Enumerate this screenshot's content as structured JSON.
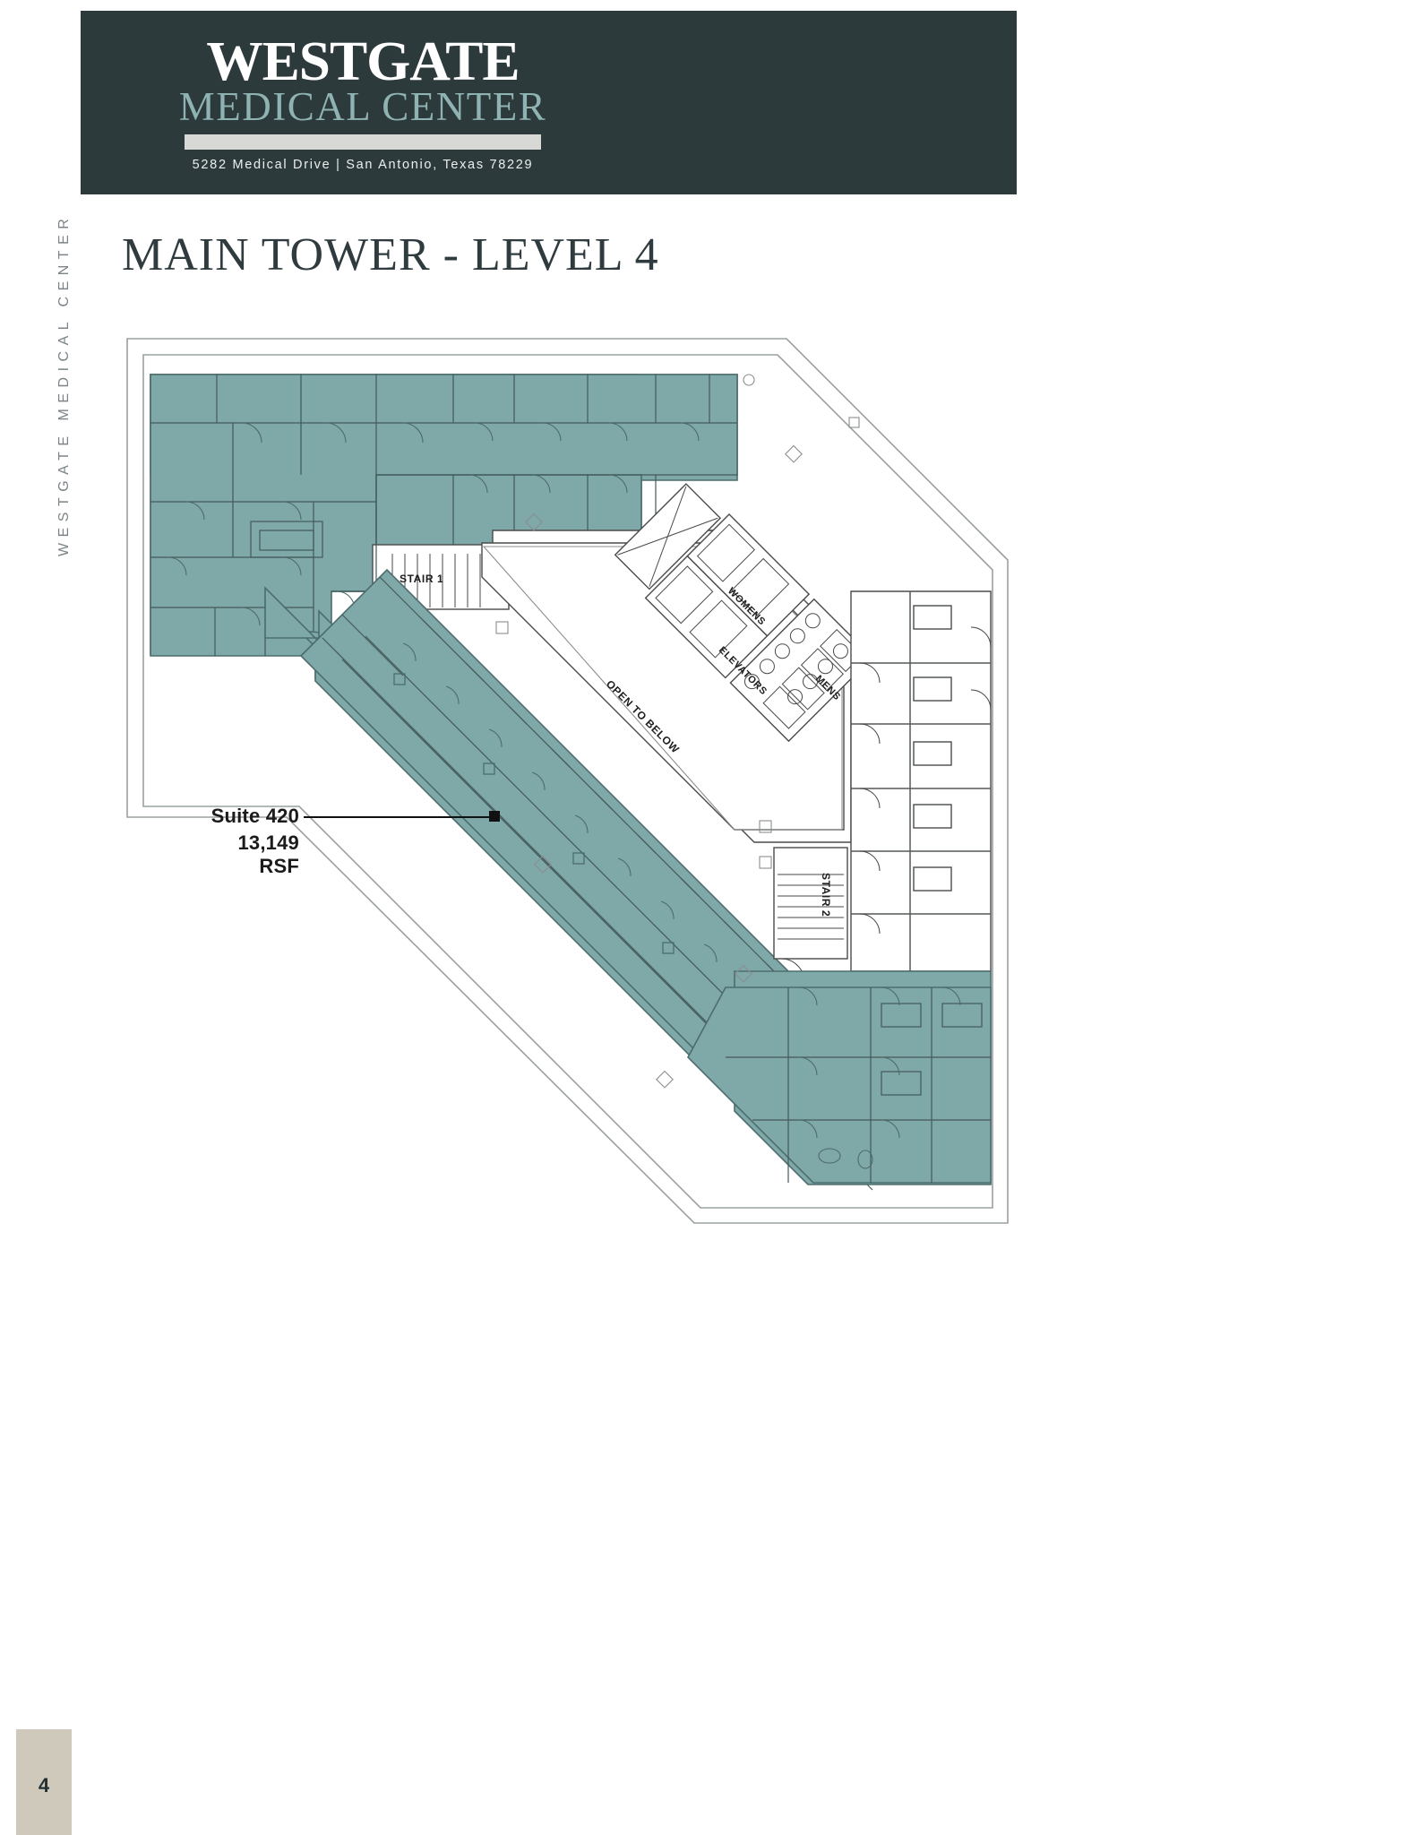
{
  "brand": {
    "rail_text": "WESTGATE MEDICAL CENTER",
    "logo_primary": "WESTGATE",
    "logo_secondary": "MEDICAL CENTER",
    "address": "5282 Medical Drive  |  San Antonio, Texas 78229",
    "accent_teal": "#8fb2b2",
    "header_dark": "#2d3a3c",
    "plan_fill": "#7fa8a8",
    "page_tab": "#cfc9bc"
  },
  "page": {
    "title": "MAIN TOWER - LEVEL 4",
    "number": "4"
  },
  "callout": {
    "suite": "Suite 420",
    "area": "13,149 RSF"
  },
  "floorplan": {
    "labels": {
      "stair_1": "STAIR 1",
      "stair_2": "STAIR 2",
      "elevators": "ELEVATORS",
      "womens": "WOMENS",
      "mens": "MENS",
      "open_to_below": "OPEN TO BELOW"
    }
  }
}
